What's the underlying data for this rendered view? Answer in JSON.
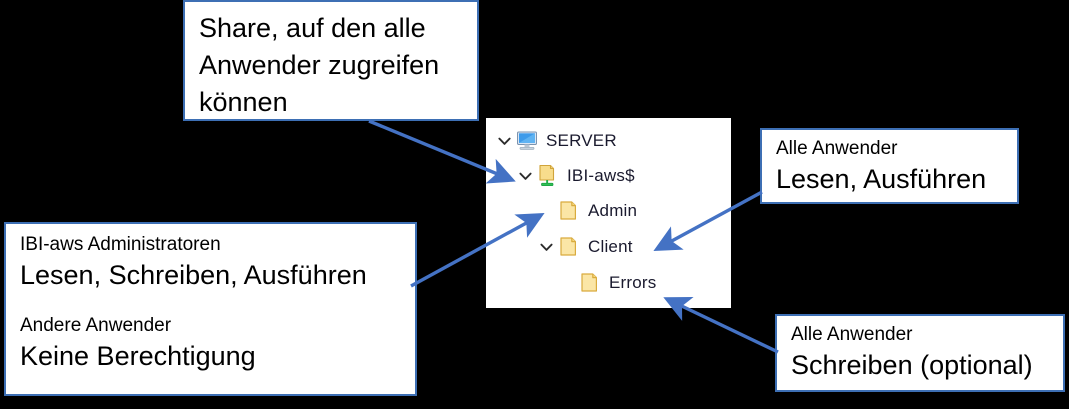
{
  "diagram": {
    "background_color": "#000000",
    "accent_color": "#3d6fb4",
    "arrow_color": "#4472c4",
    "folder_color": "#f7d486",
    "share_base_color": "#22b14c"
  },
  "callouts": {
    "share": {
      "name": "share-callout",
      "text": "Share, auf den alle Anwender zugreifen können"
    },
    "read_exec": {
      "name": "read-execute-callout",
      "label": "Alle Anwender",
      "value": "Lesen, Ausführen"
    },
    "admins": {
      "name": "administrators-callout",
      "label1": "IBI-aws Administratoren",
      "value1": "Lesen, Schreiben, Ausführen",
      "label2": "Andere Anwender",
      "value2": "Keine Berechtigung"
    },
    "write_optional": {
      "name": "write-optional-callout",
      "label": "Alle Anwender",
      "value": "Schreiben (optional)"
    }
  },
  "tree": {
    "name": "folder-tree",
    "nodes": [
      {
        "label": "SERVER",
        "icon": "monitor-icon",
        "expanded": true,
        "has_chevron": true,
        "depth": 0
      },
      {
        "label": "IBI-aws$",
        "icon": "shared-folder-icon",
        "expanded": true,
        "has_chevron": true,
        "depth": 1
      },
      {
        "label": "Admin",
        "icon": "folder-icon",
        "expanded": false,
        "has_chevron": false,
        "depth": 2
      },
      {
        "label": "Client",
        "icon": "folder-icon",
        "expanded": true,
        "has_chevron": true,
        "depth": 2
      },
      {
        "label": "Errors",
        "icon": "folder-icon",
        "expanded": false,
        "has_chevron": false,
        "depth": 3
      }
    ]
  },
  "connectors": [
    {
      "name": "arrow-share-to-ibi-aws",
      "from": "share-callout",
      "to": "tree-node-ibi-aws"
    },
    {
      "name": "arrow-readexec-to-client",
      "from": "read-execute-callout",
      "to": "tree-node-client"
    },
    {
      "name": "arrow-admins-to-admin",
      "from": "administrators-callout",
      "to": "tree-node-admin"
    },
    {
      "name": "arrow-write-to-errors",
      "from": "write-optional-callout",
      "to": "tree-node-errors"
    }
  ]
}
